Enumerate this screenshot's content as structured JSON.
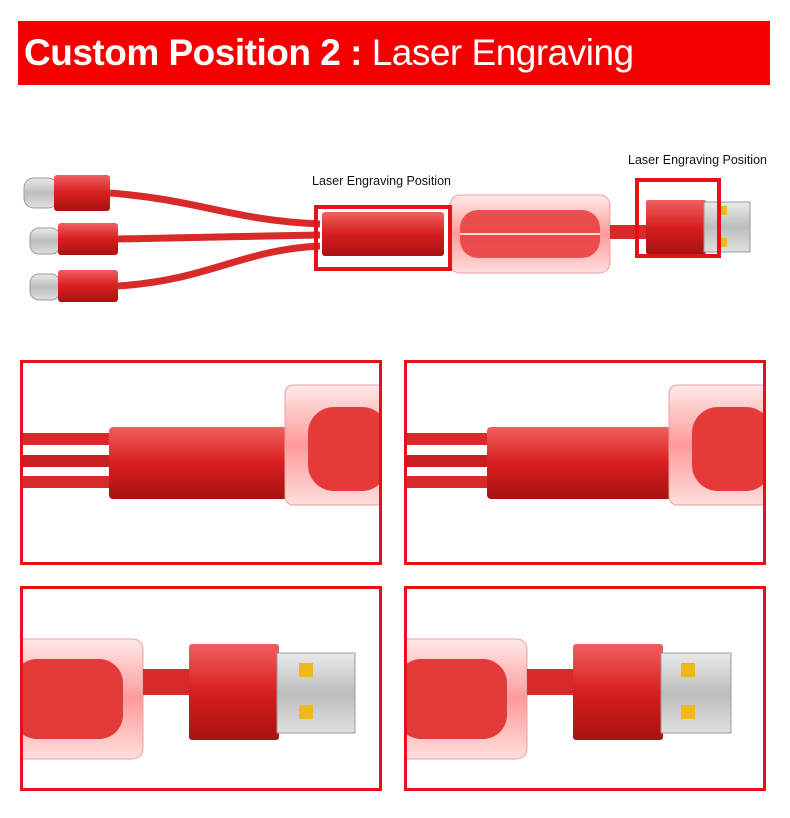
{
  "header": {
    "title_bold": "Custom Position 2 :",
    "title_light": "Laser Engraving"
  },
  "labels": {
    "middle": "Laser Engraving Position",
    "right": "Laser Engraving Position"
  },
  "colors": {
    "brand_red": "#f40000",
    "frame_red": "#e8101a",
    "cable_red": "#d92a2a",
    "metal_red": "#e33a3a",
    "usb_silver": "#c8c8c8",
    "usb_contact": "#f1b81a"
  },
  "panels": [
    {
      "name": "detail-middle-a",
      "view": "middle-engraving"
    },
    {
      "name": "detail-middle-b",
      "view": "middle-engraving"
    },
    {
      "name": "detail-usb-a",
      "view": "usb-engraving"
    },
    {
      "name": "detail-usb-b",
      "view": "usb-engraving"
    }
  ]
}
